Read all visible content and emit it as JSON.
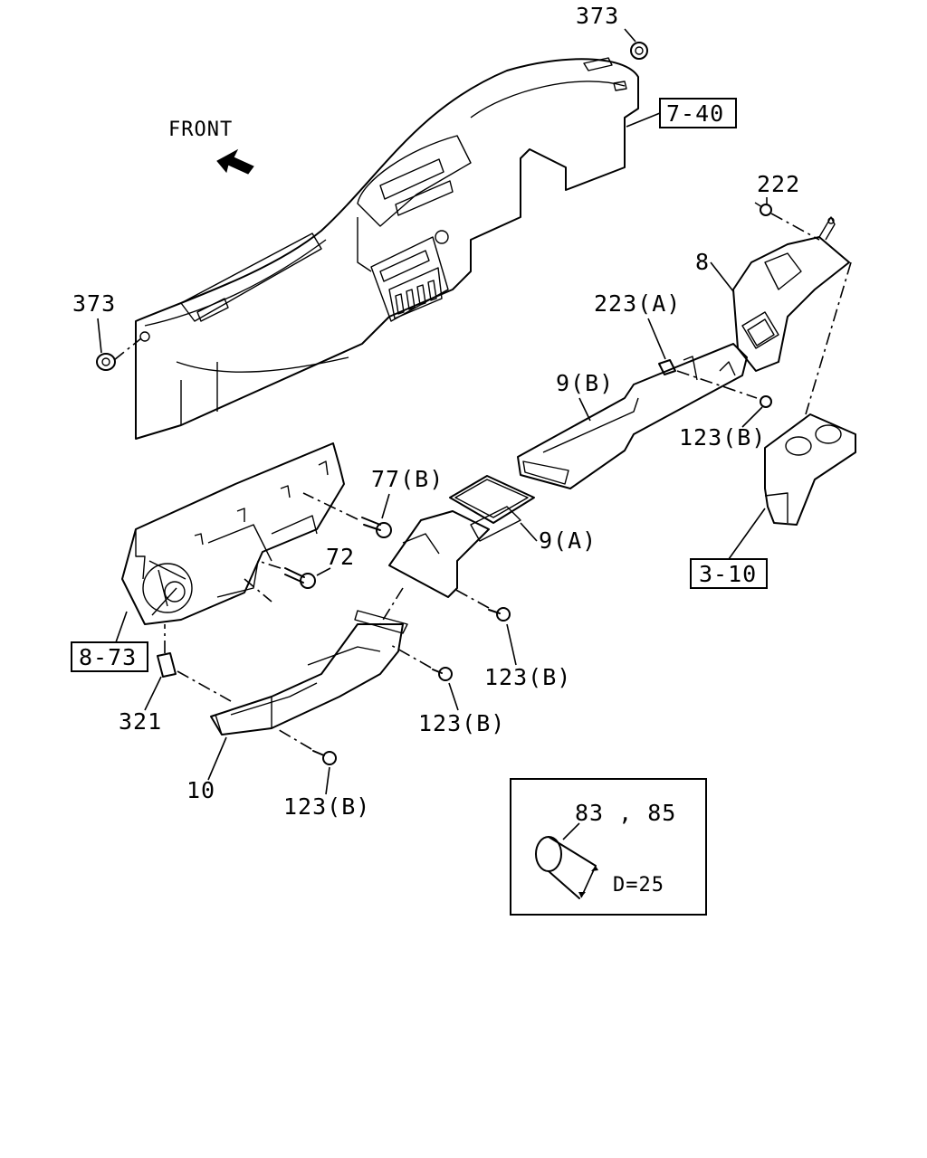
{
  "labels": {
    "front": "FRONT",
    "p373_top": "373",
    "p373_left": "373",
    "ref_7_40": "7-40",
    "p222": "222",
    "p8": "8",
    "p223a": "223(A)",
    "p9b": "9(B)",
    "p123b_right": "123(B)",
    "p77b": "77(B)",
    "p9a": "9(A)",
    "ref_3_10": "3-10",
    "p72": "72",
    "ref_8_73": "8-73",
    "p123b_mid": "123(B)",
    "p321": "321",
    "p123b_low": "123(B)",
    "p10": "10",
    "p123b_bottom": "123(B)"
  },
  "inset": {
    "parts": "83 , 85",
    "dimension": "D=25"
  }
}
